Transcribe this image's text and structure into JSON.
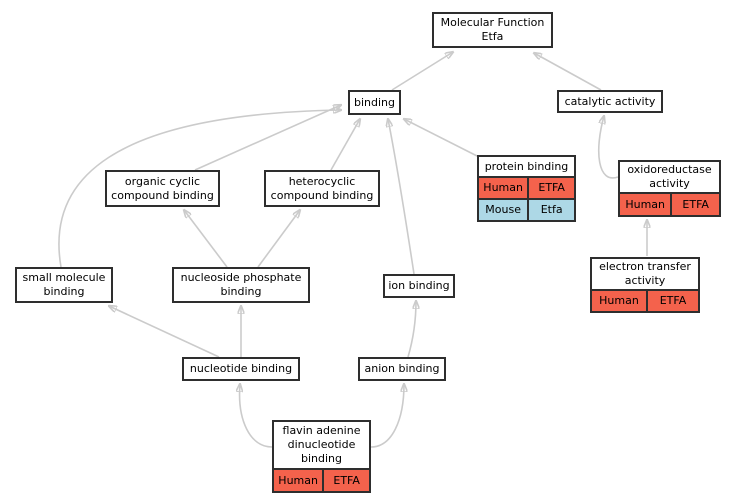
{
  "diagram": {
    "type": "gene-ontology-graph",
    "root_label": "Molecular Function\nEtfa"
  },
  "colors": {
    "human_row": "#f4624c",
    "mouse_row": "#add8e6",
    "node_border": "#2e2e2e",
    "edge": "#cbcbcb",
    "background": "#ffffff"
  },
  "nodes": {
    "molecular_function": {
      "label": "Molecular Function\nEtfa"
    },
    "binding": {
      "label": "binding"
    },
    "catalytic_activity": {
      "label": "catalytic activity"
    },
    "organic_cyclic": {
      "label": "organic cyclic\ncompound binding"
    },
    "heterocyclic": {
      "label": "heterocyclic\ncompound binding"
    },
    "protein_binding": {
      "label": "protein binding",
      "rows": [
        {
          "species": "Human",
          "gene": "ETFA"
        },
        {
          "species": "Mouse",
          "gene": "Etfa"
        }
      ]
    },
    "oxidoreductase_activity": {
      "label": "oxidoreductase\nactivity",
      "rows": [
        {
          "species": "Human",
          "gene": "ETFA"
        }
      ]
    },
    "small_molecule_binding": {
      "label": "small molecule\nbinding"
    },
    "nucleoside_phosphate_binding": {
      "label": "nucleoside phosphate\nbinding"
    },
    "ion_binding": {
      "label": "ion binding"
    },
    "electron_transfer_activity": {
      "label": "electron transfer\nactivity",
      "rows": [
        {
          "species": "Human",
          "gene": "ETFA"
        }
      ]
    },
    "nucleotide_binding": {
      "label": "nucleotide binding"
    },
    "anion_binding": {
      "label": "anion binding"
    },
    "fad_binding": {
      "label": "flavin adenine\ndinucleotide\nbinding",
      "rows": [
        {
          "species": "Human",
          "gene": "ETFA"
        }
      ]
    }
  },
  "edges": [
    {
      "from": "binding",
      "to": "Molecular Function Etfa"
    },
    {
      "from": "catalytic activity",
      "to": "Molecular Function Etfa"
    },
    {
      "from": "organic cyclic compound binding",
      "to": "binding"
    },
    {
      "from": "small molecule binding",
      "to": "binding"
    },
    {
      "from": "heterocyclic compound binding",
      "to": "binding"
    },
    {
      "from": "ion binding",
      "to": "binding"
    },
    {
      "from": "protein binding",
      "to": "binding"
    },
    {
      "from": "oxidoreductase activity",
      "to": "catalytic activity"
    },
    {
      "from": "electron transfer activity",
      "to": "oxidoreductase activity"
    },
    {
      "from": "nucleoside phosphate binding",
      "to": "organic cyclic compound binding"
    },
    {
      "from": "nucleoside phosphate binding",
      "to": "heterocyclic compound binding"
    },
    {
      "from": "nucleotide binding",
      "to": "small molecule binding"
    },
    {
      "from": "nucleotide binding",
      "to": "nucleoside phosphate binding"
    },
    {
      "from": "anion binding",
      "to": "ion binding"
    },
    {
      "from": "flavin adenine dinucleotide binding",
      "to": "nucleotide binding"
    },
    {
      "from": "flavin adenine dinucleotide binding",
      "to": "anion binding"
    }
  ]
}
